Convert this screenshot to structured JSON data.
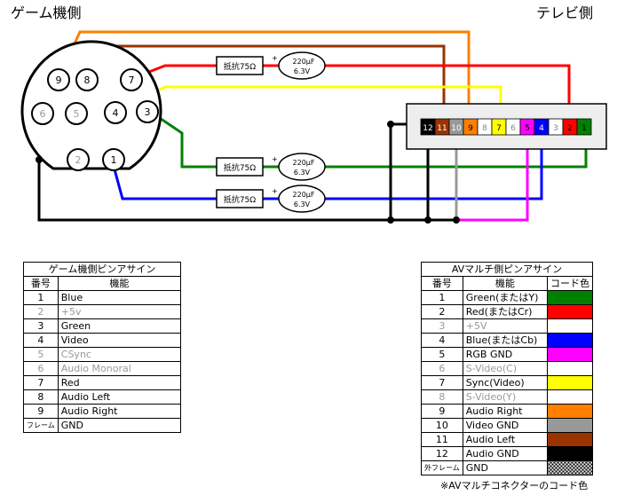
{
  "headers": {
    "game_side": "ゲーム機側",
    "tv_side": "テレビ側"
  },
  "din_pins": [
    "9",
    "8",
    "7",
    "6",
    "5",
    "4",
    "3",
    "2",
    "1"
  ],
  "resistors": [
    "抵抗75Ω",
    "抵抗75Ω",
    "抵抗75Ω"
  ],
  "capacitors": [
    {
      "value": "220μF",
      "voltage": "6.3V",
      "plus": "+"
    },
    {
      "value": "220μF",
      "voltage": "6.3V",
      "plus": "+"
    },
    {
      "value": "220μF",
      "voltage": "6.3V",
      "plus": "+"
    }
  ],
  "connector_pins": [
    "12",
    "11",
    "10",
    "9",
    "8",
    "7",
    "6",
    "5",
    "4",
    "3",
    "2",
    "1"
  ],
  "left_table": {
    "title": "ゲーム機側ピンアサイン",
    "col_num": "番号",
    "col_func": "機能",
    "rows": [
      {
        "num": "1",
        "func": "Blue"
      },
      {
        "num": "2",
        "func": "+5v"
      },
      {
        "num": "3",
        "func": "Green"
      },
      {
        "num": "4",
        "func": "Video"
      },
      {
        "num": "5",
        "func": "CSync"
      },
      {
        "num": "6",
        "func": "Audio Monoral"
      },
      {
        "num": "7",
        "func": "Red"
      },
      {
        "num": "8",
        "func": "Audio Left"
      },
      {
        "num": "9",
        "func": "Audio Right"
      },
      {
        "num": "フレーム",
        "func": "GND"
      }
    ]
  },
  "right_table": {
    "title": "AVマルチ側ピンアサイン",
    "col_num": "番号",
    "col_func": "機能",
    "col_color": "コード色",
    "rows": [
      {
        "num": "1",
        "func": "Green(またはY)",
        "color": "#008000"
      },
      {
        "num": "2",
        "func": "Red(またはCr)",
        "color": "#ff0000"
      },
      {
        "num": "3",
        "func": "+5V",
        "color": "#ffffff"
      },
      {
        "num": "4",
        "func": "Blue(またはCb)",
        "color": "#0000ff"
      },
      {
        "num": "5",
        "func": "RGB GND",
        "color": "#ff00ff"
      },
      {
        "num": "6",
        "func": "S-Video(C)",
        "color": "#ffffff"
      },
      {
        "num": "7",
        "func": "Sync(Video)",
        "color": "#ffff00"
      },
      {
        "num": "8",
        "func": "S-Video(Y)",
        "color": "#ffffff"
      },
      {
        "num": "9",
        "func": "Audio Right",
        "color": "#ff7f00"
      },
      {
        "num": "10",
        "func": "Video GND",
        "color": "#999999"
      },
      {
        "num": "11",
        "func": "Audio Left",
        "color": "#993300"
      },
      {
        "num": "12",
        "func": "Audio GND",
        "color": "#000000"
      },
      {
        "num": "外フレーム",
        "func": "GND",
        "color": "checker"
      }
    ]
  },
  "footnote": "※AVマルチコネクターのコード色"
}
